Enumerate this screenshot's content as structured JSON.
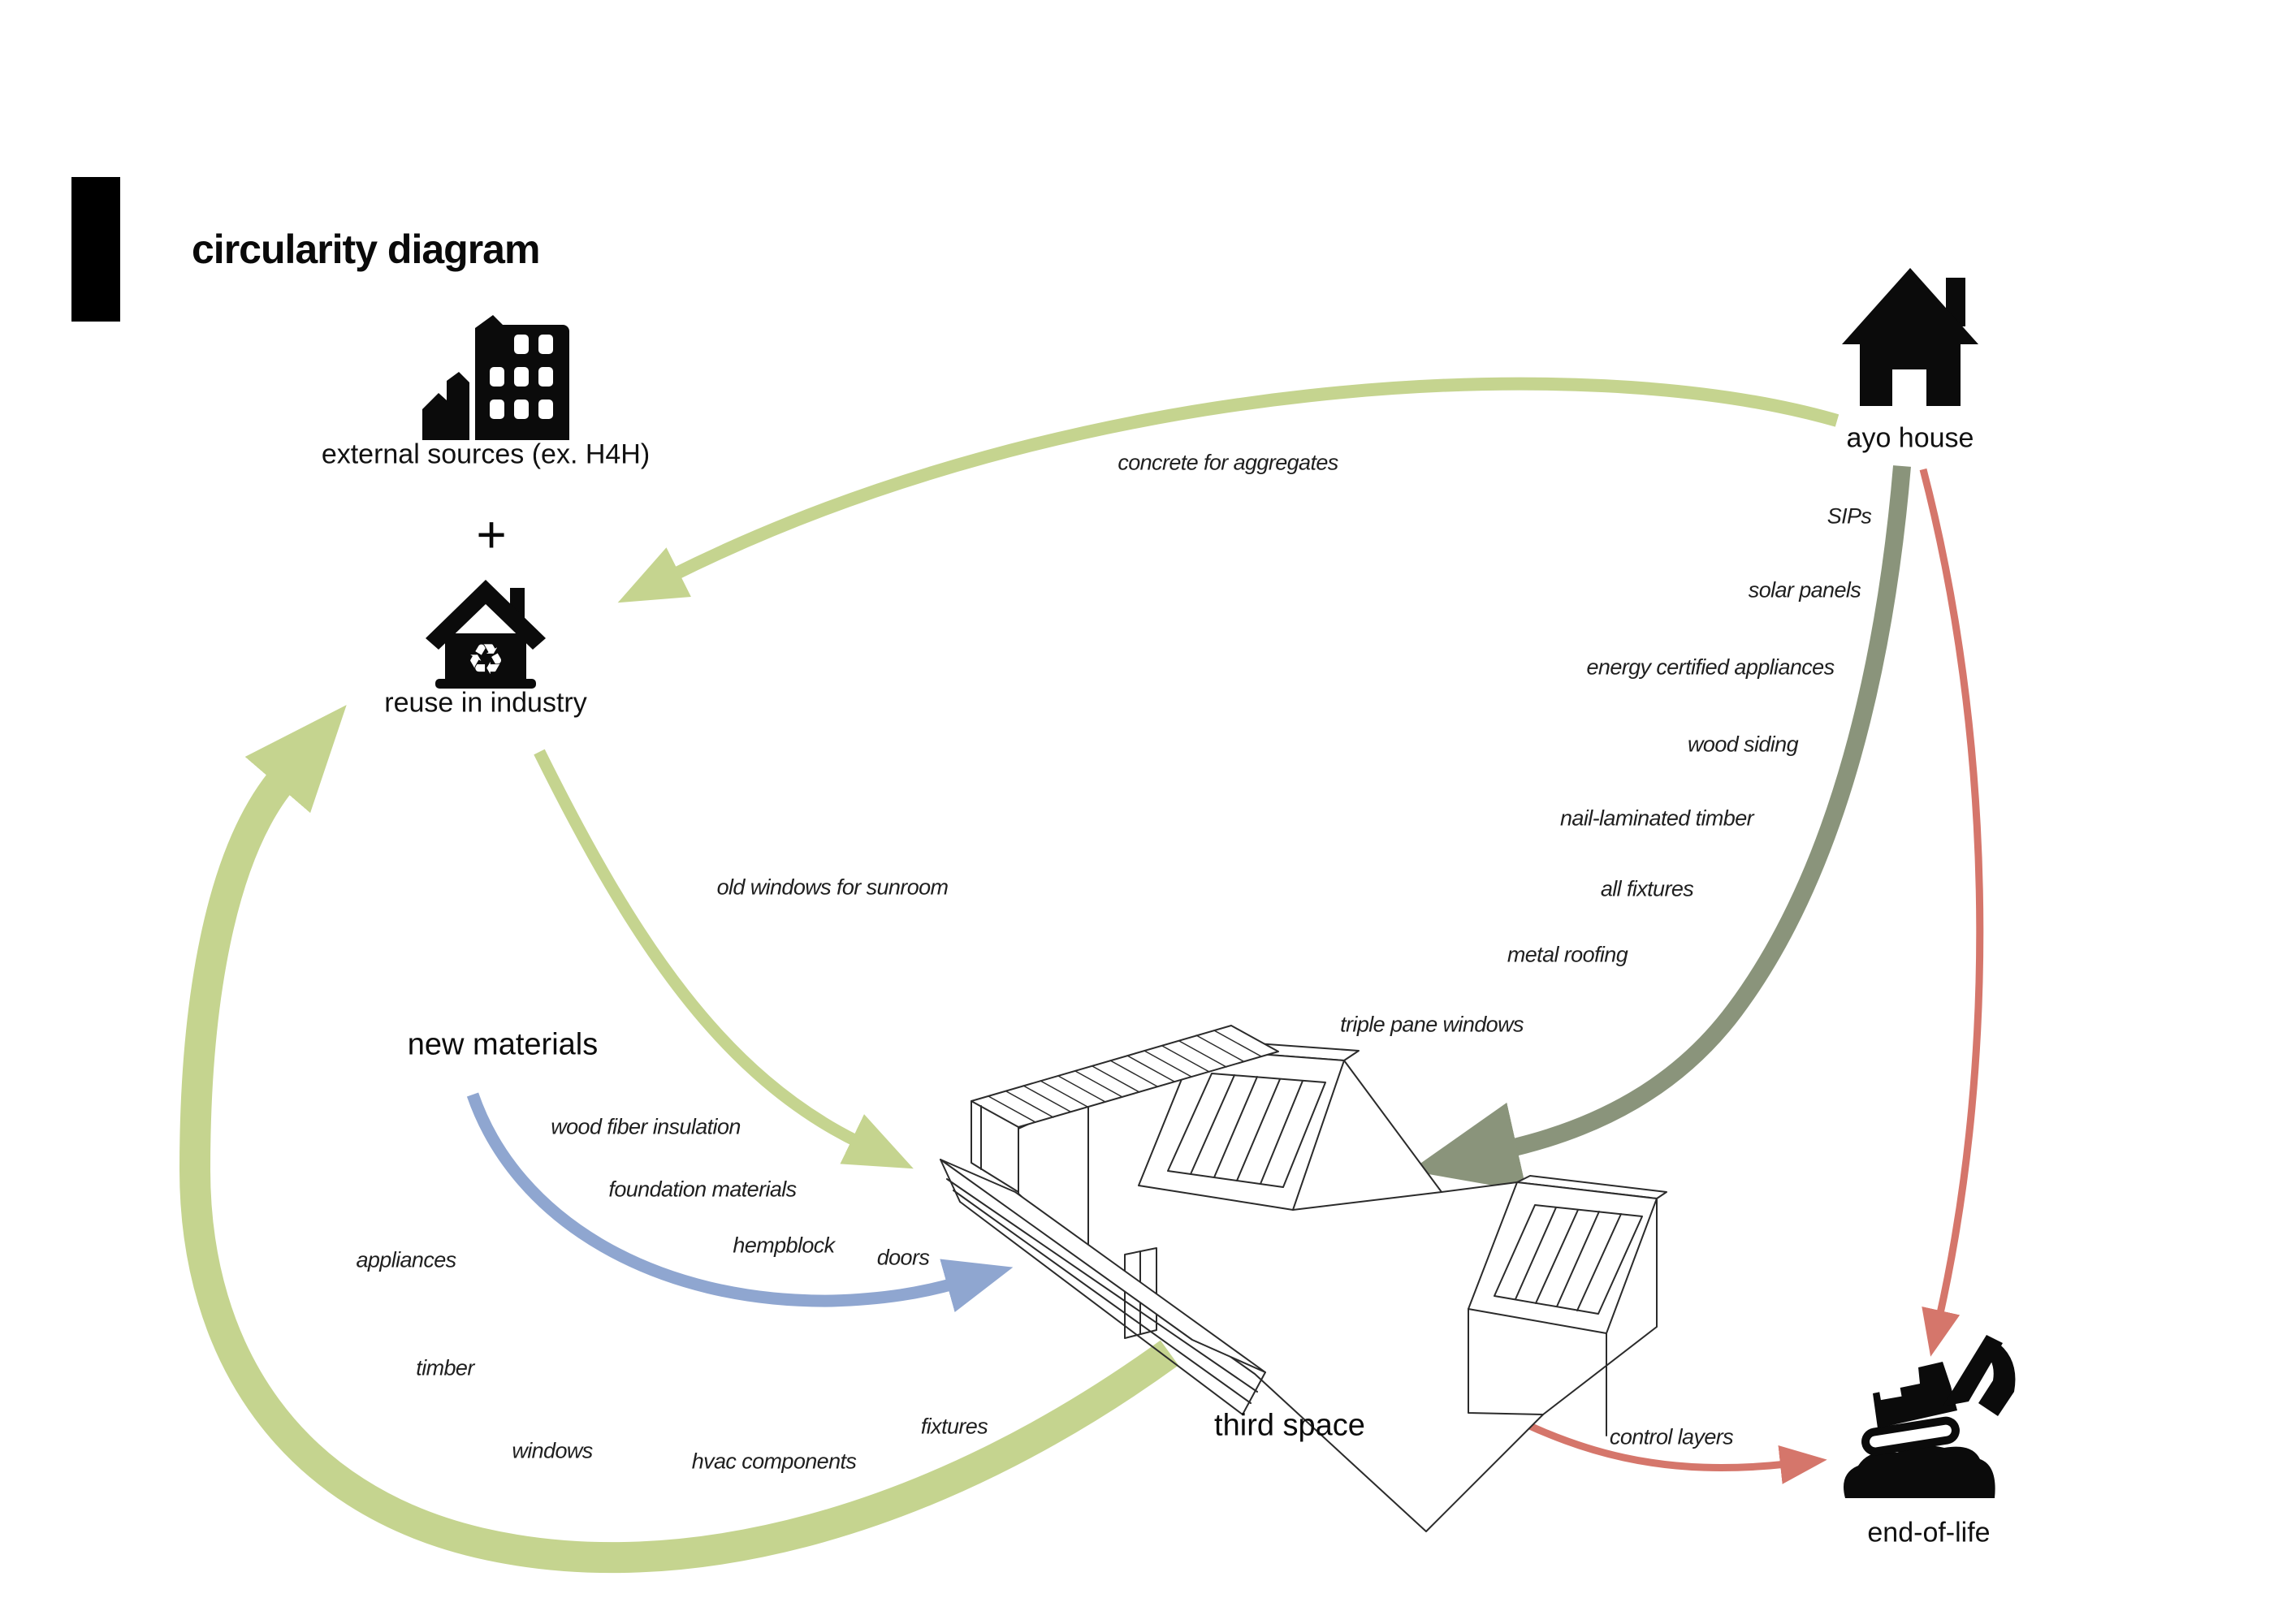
{
  "title": {
    "text": "circularity diagram"
  },
  "colors": {
    "light_green": "#c5d48f",
    "olive": "#8a947b",
    "salmon_red": "#d5766b",
    "blue": "#8fa6d0",
    "icon_black": "#0b0b0b"
  },
  "operators": {
    "plus": "+"
  },
  "icons": {
    "recycle_glyph": "♻"
  },
  "nodes": {
    "external_sources": {
      "label": "external sources (ex. H4H)",
      "icon": "building-icon"
    },
    "reuse_in_industry": {
      "label": "reuse in industry",
      "icon": "recycle-house-icon"
    },
    "ayo_house": {
      "label": "ayo house",
      "icon": "house-icon"
    },
    "third_space": {
      "label": "third space",
      "icon": "isometric-house-drawing"
    },
    "end_of_life": {
      "label": "end-of-life",
      "icon": "excavator-icon"
    },
    "new_materials": {
      "label": "new materials"
    }
  },
  "flows": {
    "ayo_to_reuse": {
      "from": "ayo house",
      "to": "reuse in industry",
      "color": "#c5d48f",
      "label": "concrete for aggregates"
    },
    "ayo_to_third": {
      "from": "ayo house",
      "to": "third space",
      "color": "#8a947b",
      "labels": [
        "SIPs",
        "solar panels",
        "energy certified appliances",
        "wood siding",
        "nail-laminated timber",
        "all fixtures",
        "metal roofing",
        "triple pane windows"
      ]
    },
    "ayo_to_end_of_life": {
      "from": "ayo house",
      "to": "end-of-life",
      "color": "#d5766b"
    },
    "reuse_to_third": {
      "from": "reuse in industry",
      "to": "third space",
      "color": "#c5d48f",
      "label": "old windows for sunroom"
    },
    "new_to_third": {
      "from": "new materials",
      "to": "third space",
      "color": "#8fa6d0",
      "labels": [
        "wood fiber insulation",
        "foundation materials",
        "hempblock",
        "doors"
      ]
    },
    "third_to_reuse": {
      "from": "third space",
      "to": "reuse in industry",
      "color": "#c5d48f",
      "labels": [
        "appliances",
        "timber",
        "windows",
        "hvac components",
        "fixtures"
      ]
    },
    "third_to_end_of_life": {
      "from": "third space",
      "to": "end-of-life",
      "color": "#d5766b",
      "label": "control layers"
    }
  }
}
